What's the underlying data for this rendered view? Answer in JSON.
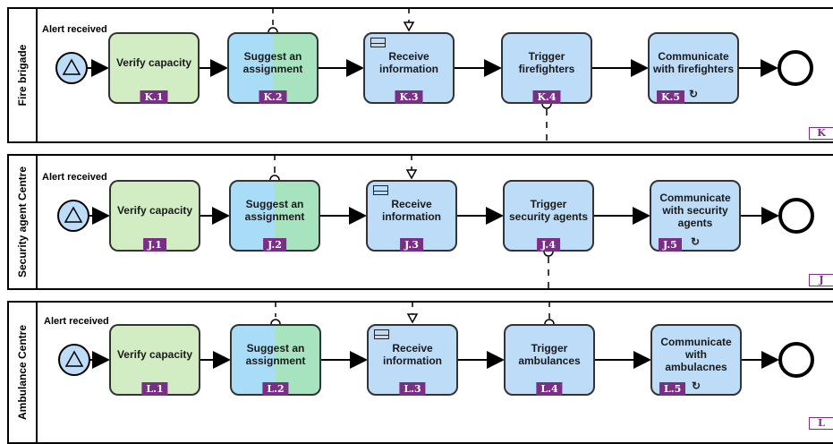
{
  "pools": [
    {
      "id": "K",
      "label": "Fire brigade",
      "alert": "Alert received",
      "corner": "K",
      "tasks": [
        {
          "text": "Verify capacity",
          "badge": "K.1"
        },
        {
          "text": "Suggest an assignment",
          "badge": "K.2"
        },
        {
          "text": "Receive information",
          "badge": "K.3"
        },
        {
          "text": "Trigger firefighters",
          "badge": "K.4"
        },
        {
          "text": "Communicate with firefighters",
          "badge": "K.5"
        }
      ]
    },
    {
      "id": "J",
      "label": "Security agent Centre",
      "alert": "Alert received",
      "corner": "J",
      "tasks": [
        {
          "text": "Verify capacity",
          "badge": "J.1"
        },
        {
          "text": "Suggest an assignment",
          "badge": "J.2"
        },
        {
          "text": "Receive information",
          "badge": "J.3"
        },
        {
          "text": "Trigger security agents",
          "badge": "J.4"
        },
        {
          "text": "Communicate with security agents",
          "badge": "J.5"
        }
      ]
    },
    {
      "id": "L",
      "label": "Ambulance Centre",
      "alert": "Alert received",
      "corner": "L",
      "tasks": [
        {
          "text": "Verify capacity",
          "badge": "L.1"
        },
        {
          "text": "Suggest an assignment",
          "badge": "L.2"
        },
        {
          "text": "Receive information",
          "badge": "L.3"
        },
        {
          "text": "Trigger ambulances",
          "badge": "L.4"
        },
        {
          "text": "Communicate with ambulacnes",
          "badge": "L.5"
        }
      ]
    }
  ],
  "colors": {
    "verify": "#d2ecc4",
    "task_blue": "#bcdcf8",
    "badge": "#7a2f86",
    "start_event": "#bcdcf8"
  },
  "icons": [
    "triangle-start-icon",
    "envelope-icon",
    "loop-icon",
    "end-event-icon"
  ]
}
